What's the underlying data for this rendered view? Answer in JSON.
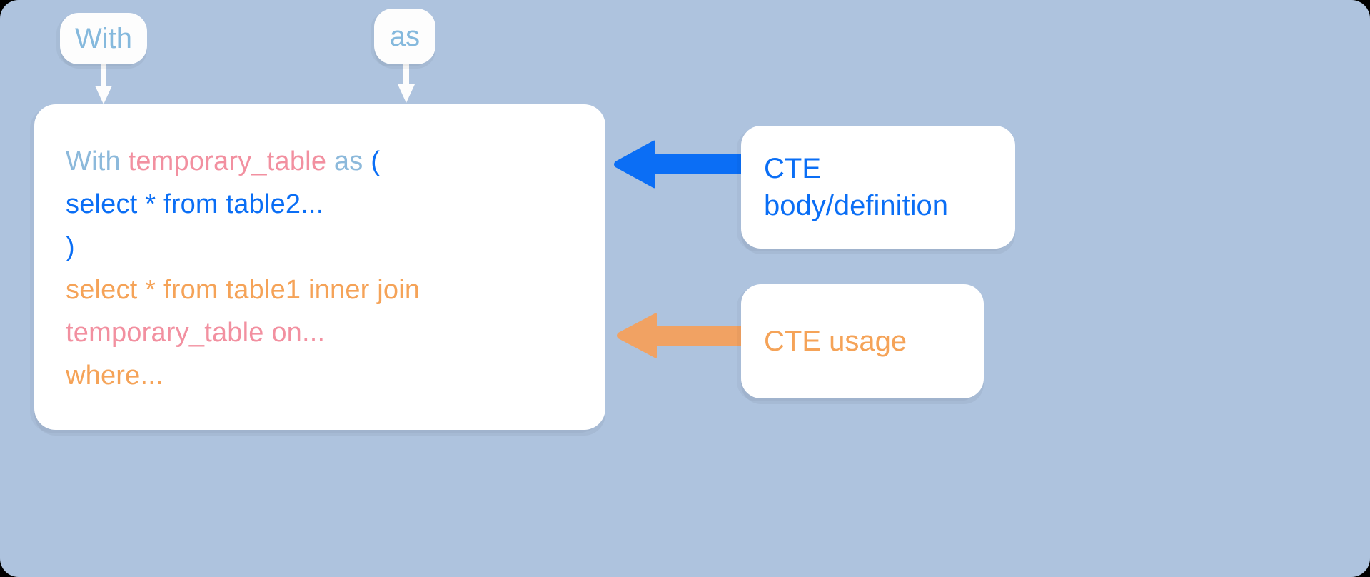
{
  "canvas": {
    "background_color": "#aec3de",
    "outer_background_color": "#000000"
  },
  "bubbles": [
    {
      "id": "with",
      "label": "With",
      "text_color": "#85b9dd"
    },
    {
      "id": "as",
      "label": "as",
      "text_color": "#85b9dd"
    }
  ],
  "code_panel": {
    "background_color": "#ffffff",
    "lines": [
      {
        "id": "line-1",
        "tokens": [
          {
            "text": "With ",
            "role": "keyword-with",
            "color": "#8cb9db"
          },
          {
            "text": "temporary_table",
            "role": "cte-name",
            "color": "#f290a0"
          },
          {
            "text": " as ",
            "role": "keyword-as",
            "color": "#8cb9db"
          },
          {
            "text": "(",
            "role": "paren-open",
            "color": "#0a6ef5"
          }
        ]
      },
      {
        "id": "line-2",
        "tokens": [
          {
            "text": "select * from table2...",
            "role": "cte-body",
            "color": "#0a6ef5"
          }
        ]
      },
      {
        "id": "line-3",
        "tokens": [
          {
            "text": ")",
            "role": "paren-close",
            "color": "#0a6ef5"
          }
        ]
      },
      {
        "id": "line-4",
        "tokens": [
          {
            "text": "select * from table1 inner join",
            "role": "outer-query",
            "color": "#f5a358"
          }
        ]
      },
      {
        "id": "line-5",
        "tokens": [
          {
            "text": "temporary_table on...",
            "role": "cte-usage-ref",
            "color": "#f290a0"
          }
        ]
      },
      {
        "id": "line-6",
        "tokens": [
          {
            "text": "where...",
            "role": "outer-query",
            "color": "#f5a358"
          }
        ]
      }
    ]
  },
  "notes": [
    {
      "id": "cte-body",
      "label": "CTE body/definition",
      "text_color": "#0a6ef5",
      "arrow_color": "#0b6ef5",
      "arrow_direction": "left"
    },
    {
      "id": "cte-usage",
      "label": "CTE usage",
      "text_color": "#f5a358",
      "arrow_color": "#f1a263",
      "arrow_direction": "left"
    }
  ]
}
